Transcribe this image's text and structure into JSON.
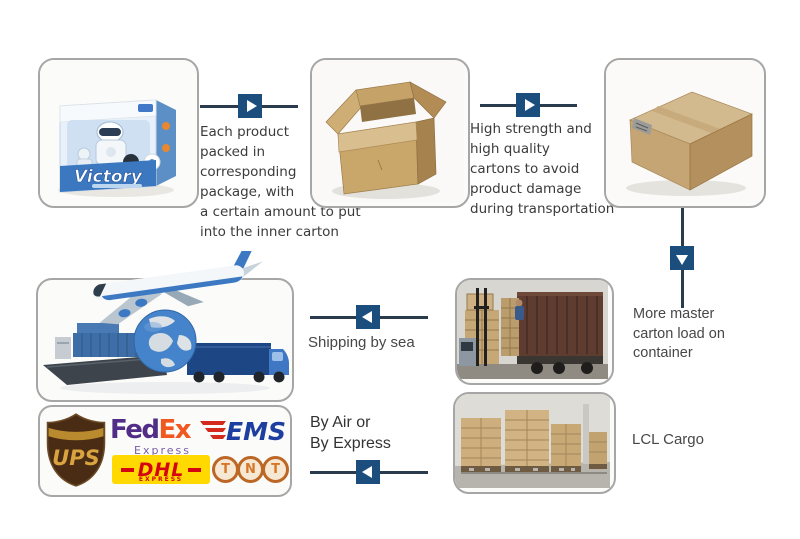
{
  "captions": {
    "step1": "Each product\npacked in\ncorresponding\npackage, with\na certain amount to put\ninto the inner carton",
    "step2": "High strength and\nhigh quality\ncartons to avoid\nproduct damage\nduring transportation",
    "master_carton": "More master\ncarton load on\ncontainer",
    "sea": "Shipping by sea",
    "air": "By Air or\nBy Express",
    "lcl": "LCL Cargo"
  },
  "product": {
    "brand": "Victory"
  },
  "logos": {
    "ups": "UPS",
    "fedex_fed": "Fed",
    "fedex_ex": "Ex",
    "fedex_express": "Express",
    "ems": "EMS",
    "dhl": "DHL",
    "dhl_express": "EXPRESS",
    "tnt": [
      "T",
      "N",
      "T"
    ]
  },
  "colors": {
    "arrow_square": "#1b4e7c",
    "connector_line": "#2b3b4e",
    "frame_border": "#a6a6a6",
    "caption_text": "#3b3b3b",
    "fedex_purple": "#512d87",
    "fedex_orange": "#f0581f",
    "ems_blue": "#1e3fa0",
    "ems_red": "#d42a1e",
    "dhl_yellow": "#ffd900",
    "dhl_red": "#d40511",
    "tnt_orange": "#d8772a",
    "ups_brown": "#4a2c14",
    "ups_gold": "#d9a440",
    "carton_tan": "#c9a66a"
  }
}
